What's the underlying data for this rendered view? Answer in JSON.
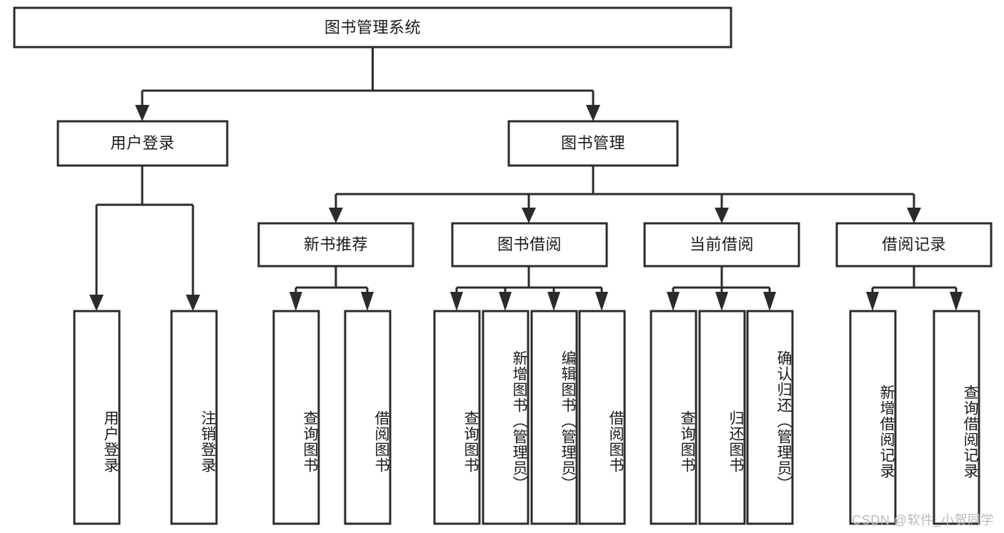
{
  "diagram": {
    "type": "tree",
    "title_node": "图书管理系统",
    "watermark": "CSDN @软件_小贺同学",
    "colors": {
      "box_stroke": "#2b2b2b",
      "box_fill": "#ffffff",
      "text": "#1a1a1a",
      "background": "#ffffff",
      "watermark": "#b9b9b9"
    },
    "levels": {
      "root": {
        "label": "图书管理系统"
      },
      "level2": [
        {
          "label": "用户登录"
        },
        {
          "label": "图书管理"
        }
      ],
      "level3": [
        {
          "label": "新书推荐"
        },
        {
          "label": "图书借阅"
        },
        {
          "label": "当前借阅"
        },
        {
          "label": "借阅记录"
        }
      ],
      "leaves": [
        {
          "label": "用户登录",
          "parent": "用户登录"
        },
        {
          "label": "注销登录",
          "parent": "用户登录"
        },
        {
          "label": "查询图书",
          "parent": "新书推荐"
        },
        {
          "label": "借阅图书",
          "parent": "新书推荐"
        },
        {
          "label": "查询图书",
          "parent": "图书借阅"
        },
        {
          "label": "新增图书（管理员）",
          "parent": "图书借阅"
        },
        {
          "label": "编辑图书（管理员）",
          "parent": "图书借阅"
        },
        {
          "label": "借阅图书",
          "parent": "图书借阅"
        },
        {
          "label": "查询图书",
          "parent": "当前借阅"
        },
        {
          "label": "归还图书",
          "parent": "当前借阅"
        },
        {
          "label": "确认归还（管理员）",
          "parent": "当前借阅"
        },
        {
          "label": "新增借阅记录",
          "parent": "借阅记录"
        },
        {
          "label": "查询借阅记录",
          "parent": "借阅记录"
        }
      ]
    }
  }
}
